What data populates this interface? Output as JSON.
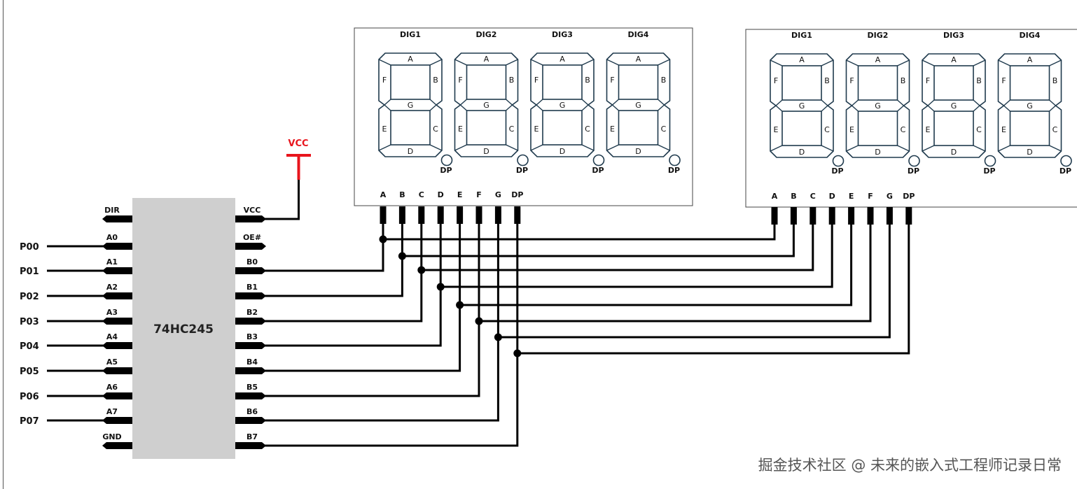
{
  "chip": {
    "name": "74HC245",
    "left_pins": [
      "DIR",
      "A0",
      "A1",
      "A2",
      "A3",
      "A4",
      "A5",
      "A6",
      "A7",
      "GND"
    ],
    "right_pins": [
      "VCC",
      "OE#",
      "B0",
      "B1",
      "B2",
      "B3",
      "B4",
      "B5",
      "B6",
      "B7"
    ]
  },
  "ports": [
    "P00",
    "P01",
    "P02",
    "P03",
    "P04",
    "P05",
    "P06",
    "P07"
  ],
  "power": {
    "label": "VCC",
    "color": "#e8141c"
  },
  "displays": [
    {
      "digits": [
        "DIG1",
        "DIG2",
        "DIG3",
        "DIG4"
      ],
      "pins": [
        "A",
        "B",
        "C",
        "D",
        "E",
        "F",
        "G",
        "DP"
      ]
    },
    {
      "digits": [
        "DIG1",
        "DIG2",
        "DIG3",
        "DIG4"
      ],
      "pins": [
        "A",
        "B",
        "C",
        "D",
        "E",
        "F",
        "G",
        "DP"
      ]
    }
  ],
  "segments": {
    "A": "A",
    "B": "B",
    "C": "C",
    "D": "D",
    "E": "E",
    "F": "F",
    "G": "G",
    "DP": "DP"
  },
  "watermark": "掘金技术社区 @ 未来的嵌入式工程师记录日常",
  "colors": {
    "chip_fill": "#cfcfcf",
    "segment_stroke": "#1f3a4d",
    "wire": "#000000"
  }
}
